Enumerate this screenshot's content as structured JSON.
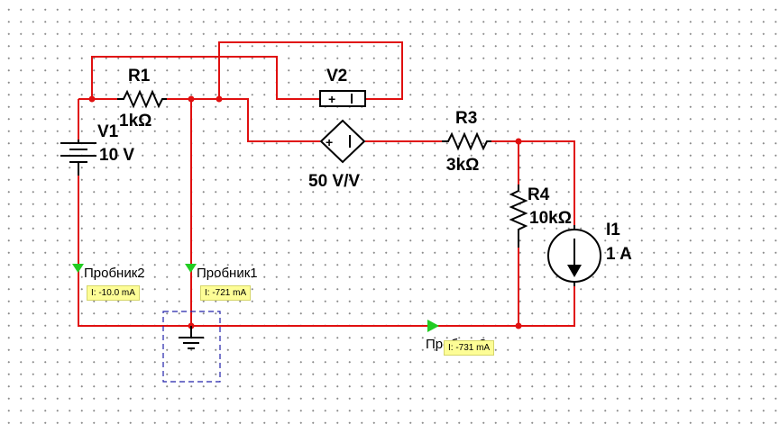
{
  "components": {
    "r1": {
      "name": "R1",
      "value": "1kΩ"
    },
    "v1": {
      "name": "V1",
      "value": "10 V"
    },
    "v2": {
      "name": "V2",
      "gain": "50 V/V"
    },
    "r3": {
      "name": "R3",
      "value": "3kΩ"
    },
    "r4": {
      "name": "R4",
      "value": "10kΩ"
    },
    "i1": {
      "name": "I1",
      "value": "1 A"
    }
  },
  "probes": [
    {
      "name": "Пробник2",
      "reading": "I: -10.0 mA"
    },
    {
      "name": "Пробник1",
      "reading": "I: -721 mA"
    },
    {
      "name": "Пробник3",
      "reading": "I: -731 mA"
    }
  ],
  "colors": {
    "wire": "#e01010",
    "probe": "#22cc22",
    "tooltip": "#fdfd96",
    "selection": "#2222aa"
  }
}
